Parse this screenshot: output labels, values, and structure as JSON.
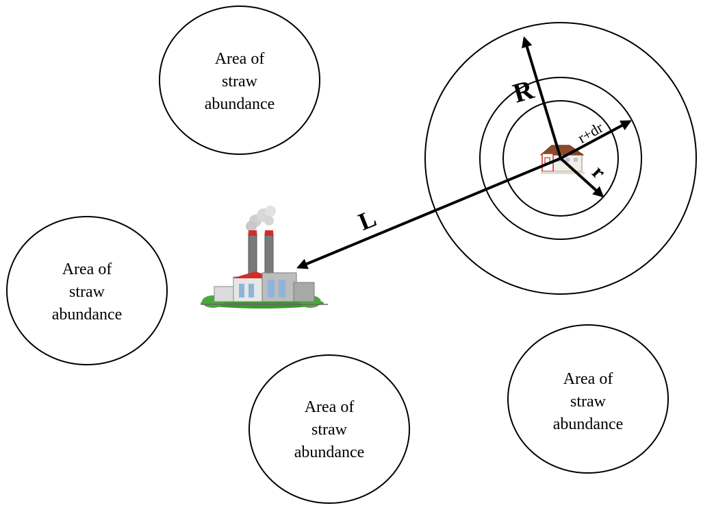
{
  "areas": [
    {
      "line1": "Area of",
      "line2": "straw",
      "line3": "abundance"
    },
    {
      "line1": "Area of",
      "line2": "straw",
      "line3": "abundance"
    },
    {
      "line1": "Area of",
      "line2": "straw",
      "line3": "abundance"
    },
    {
      "line1": "Area of",
      "line2": "straw",
      "line3": "abundance"
    }
  ],
  "labels": {
    "big_radius": "R",
    "ring_outer": "r+dr",
    "ring_inner": "r",
    "distance": "L"
  },
  "icons": {
    "plant": "factory-icon",
    "farm": "farmhouse-icon"
  },
  "colors": {
    "stroke": "#000000",
    "roof_red": "#d62b2b",
    "grass_green": "#3a9a2a"
  }
}
